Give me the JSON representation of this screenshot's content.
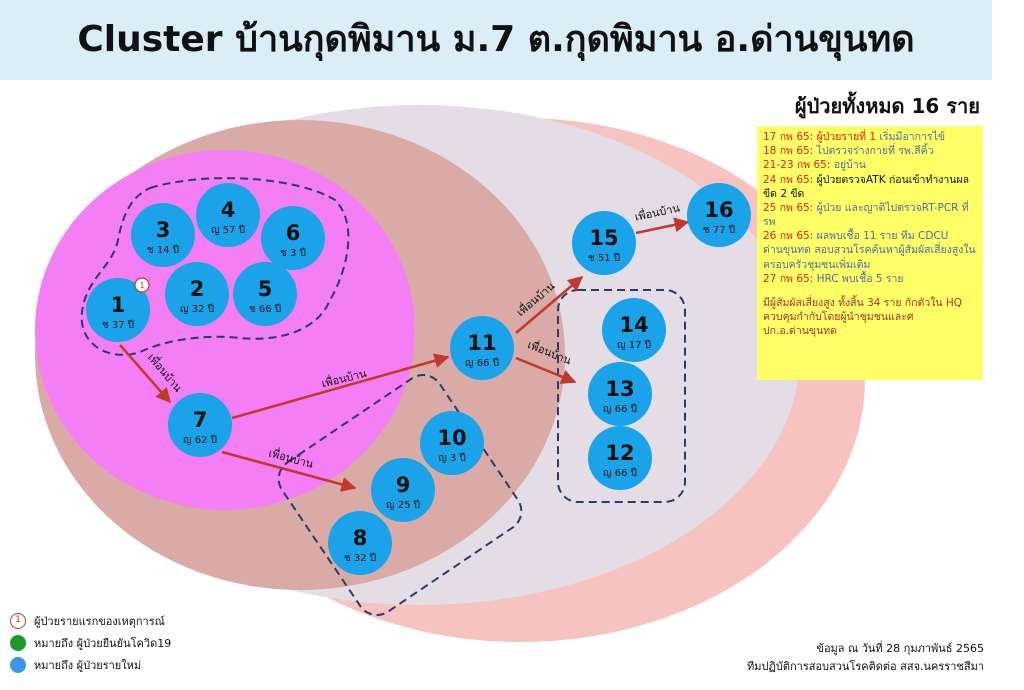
{
  "title": "Cluster บ้านกุดพิมาน ม.7 ต.กุดพิมาน อ.ด่านขุนทด",
  "total_patients": "ผู้ป่วยทั้งหมด 16 ราย",
  "colors": {
    "case_new": "#1aa3e8",
    "confirmed": "#1a9a2a",
    "arrow": "#c0392b"
  },
  "cases": [
    {
      "id": "1",
      "label": "1",
      "sub": "ช 37 ปี"
    },
    {
      "id": "2",
      "label": "2",
      "sub": "ญ 32 ปี"
    },
    {
      "id": "3",
      "label": "3",
      "sub": "ช 14 ปี"
    },
    {
      "id": "4",
      "label": "4",
      "sub": "ญ 57 ปี"
    },
    {
      "id": "5",
      "label": "5",
      "sub": "ช 66 ปี"
    },
    {
      "id": "6",
      "label": "6",
      "sub": "ช 3 ปี"
    },
    {
      "id": "7",
      "label": "7",
      "sub": "ญ 62 ปี"
    },
    {
      "id": "8",
      "label": "8",
      "sub": "ช 32 ปี"
    },
    {
      "id": "9",
      "label": "9",
      "sub": "ญ 25 ปี"
    },
    {
      "id": "10",
      "label": "10",
      "sub": "ญ 3 ปี"
    },
    {
      "id": "11",
      "label": "11",
      "sub": "ญ 66 ปี"
    },
    {
      "id": "12",
      "label": "12",
      "sub": "ญ 66 ปี"
    },
    {
      "id": "13",
      "label": "13",
      "sub": "ญ 66 ปี"
    },
    {
      "id": "14",
      "label": "14",
      "sub": "ญ 17 ปี"
    },
    {
      "id": "15",
      "label": "15",
      "sub": "ช 51 ปี"
    },
    {
      "id": "16",
      "label": "16",
      "sub": "ช 77 ปี"
    }
  ],
  "index_marker": "1",
  "edges": [
    {
      "from": "1",
      "to": "7",
      "label": "เพื่อนบ้าน"
    },
    {
      "from": "7",
      "to": "11",
      "label": "เพื่อนบ้าน"
    },
    {
      "from": "7",
      "to": "8-10",
      "label": "เพื่อนบ้าน"
    },
    {
      "from": "11",
      "to": "15",
      "label": "เพื่อนบ้าน"
    },
    {
      "from": "11",
      "to": "12-14",
      "label": "เพื่อนบ้าน"
    },
    {
      "from": "15",
      "to": "16",
      "label": "เพื่อนบ้าน"
    }
  ],
  "timeline": [
    {
      "date": "17 กพ 65:",
      "text": "ผู้ป่วยรายที่ 1",
      "rest": " เริ่มมีอาการไข้",
      "style": "red"
    },
    {
      "date": "18 กพ 65:",
      "text": "ไปตรวจร่างกายที่ รพ.สีคิ้ว",
      "rest": "",
      "style": "red-blue"
    },
    {
      "date": "21-23 กพ 65:",
      "text": "อยู่บ้าน",
      "rest": "",
      "style": "red-blue"
    },
    {
      "date": "24 กพ 65:",
      "text": "ผู้ป่วยตรวจATK ก่อนเข้าทำงานผลขีด 2 ขีด",
      "rest": "",
      "style": "red-black"
    },
    {
      "date": "25 กพ 65:",
      "text": "ผู้ป่วย และญาติไปตรวจRT-PCR ที่รพ",
      "rest": "",
      "style": "red-blue"
    },
    {
      "date": "26 กพ 65:",
      "text": "ผลพบเชื้อ 11 ราย ทีม CDCU ด่านขุนทด สอบสวนโรคค้นหาผู้สัมผัสเสี่ยงสูงในครอบครัวชุมชนเพิ่มเติม",
      "rest": "",
      "style": "red-blue"
    },
    {
      "date": "27 กพ 65:",
      "text": "HRC พบเชื้อ 5 ราย",
      "rest": "",
      "style": "blue"
    }
  ],
  "timeline_note": "มีผู้สัมผัสเสี่ยงสูง ทั้งสิ้น 34 ราย กักตัวใน HQ ควบคุมกำกับโดยผู้นำชุมชนและศปก.อ.ด่านขุนทด",
  "legend": [
    {
      "mark": "index",
      "text": "ผู้ป่วยรายแรกของเหตุการณ์"
    },
    {
      "mark": "green",
      "text": "หมายถึง ผู้ป่วยยืนยันโควิด19"
    },
    {
      "mark": "blue",
      "text": "หมายถึง ผู้ป่วยรายใหม่"
    }
  ],
  "source": {
    "line1": "ข้อมูล ณ วันที่  28 กุมภาพันธ์ 2565",
    "line2": "ทีมปฏิบัติการสอบสวนโรคติดต่อ สสจ.นครราชสีมา"
  }
}
